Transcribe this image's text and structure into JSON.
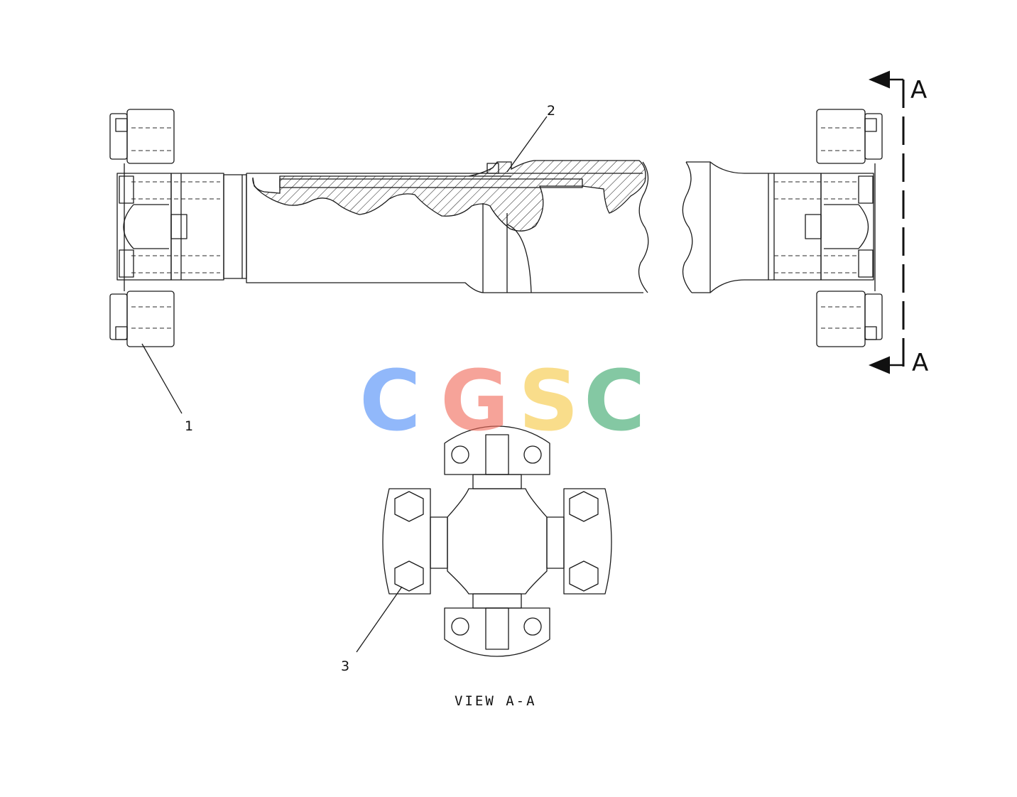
{
  "callouts": [
    "1",
    "2",
    "3"
  ],
  "section_marker": {
    "label": "A"
  },
  "view_label": "VIEW A-A",
  "watermark": {
    "text": "CGSC",
    "letters": [
      "C",
      "G",
      "S",
      "C"
    ],
    "colors": [
      "#4f8ef7",
      "#f26b5b",
      "#f6c945",
      "#3aa86b"
    ]
  }
}
